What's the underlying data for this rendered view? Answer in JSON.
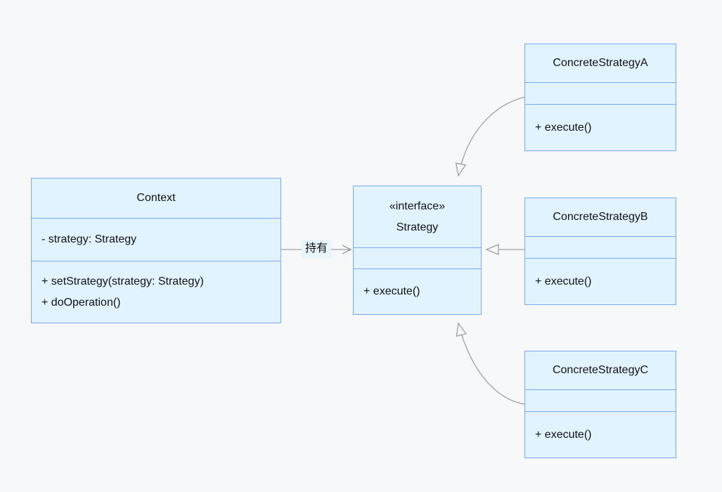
{
  "diagram": {
    "kind": "uml-class-diagram",
    "pattern": "Strategy",
    "colors": {
      "background": "#f7f8fa",
      "class_fill": "#e1f3fe",
      "class_border": "#7ca7f2",
      "edge": "#9e9e9e",
      "text": "#111111",
      "edge_label_bg": "#e9f5fd"
    },
    "classes": [
      {
        "title": "Context",
        "stereotype": "",
        "attributes": [
          "- strategy: Strategy"
        ],
        "methods": [
          "+ setStrategy(strategy: Strategy)",
          "+ doOperation()"
        ]
      },
      {
        "title": "Strategy",
        "stereotype": "«interface»",
        "attributes": [],
        "methods": [
          "+ execute()"
        ]
      },
      {
        "title": "ConcreteStrategyA",
        "stereotype": "",
        "attributes": [],
        "methods": [
          "+ execute()"
        ]
      },
      {
        "title": "ConcreteStrategyB",
        "stereotype": "",
        "attributes": [],
        "methods": [
          "+ execute()"
        ]
      },
      {
        "title": "ConcreteStrategyC",
        "stereotype": "",
        "attributes": [],
        "methods": [
          "+ execute()"
        ]
      }
    ],
    "edges": [
      {
        "from": "Context",
        "to": "Strategy",
        "label": "持有",
        "type": "association",
        "arrowhead": "open-vee"
      },
      {
        "from": "ConcreteStrategyA",
        "to": "Strategy",
        "label": "",
        "type": "realization",
        "arrowhead": "hollow-triangle"
      },
      {
        "from": "ConcreteStrategyB",
        "to": "Strategy",
        "label": "",
        "type": "realization",
        "arrowhead": "hollow-triangle"
      },
      {
        "from": "ConcreteStrategyC",
        "to": "Strategy",
        "label": "",
        "type": "realization",
        "arrowhead": "hollow-triangle"
      }
    ]
  }
}
